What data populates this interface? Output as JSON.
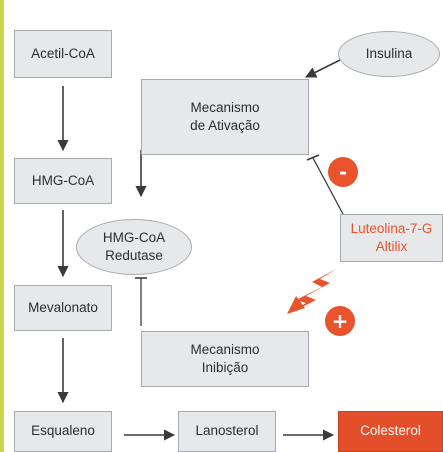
{
  "nodes": {
    "acetil_coa": "Acetil-CoA",
    "hmg_coa": "HMG-CoA",
    "mevalonato": "Mevalonato",
    "esqualeno": "Esqualeno",
    "lanosterol": "Lanosterol",
    "colesterol": "Colesterol",
    "insulina": "Insulina",
    "mecanismo_ativacao": "Mecanismo\nde Ativação",
    "hmg_coa_redutase": "HMG-CoA\nRedutase",
    "mecanismo_inibicao": "Mecanismo\nInibição",
    "luteolina": "Luteolina-7-G\nAltilix"
  },
  "signs": {
    "minus": "-",
    "plus": "+"
  },
  "colors": {
    "box_fill": "#e7e8ea",
    "box_border": "#a7abb0",
    "accent": "#e8532b",
    "colesterol_fill": "#e24f2a",
    "arrow": "#3a3a3a"
  }
}
